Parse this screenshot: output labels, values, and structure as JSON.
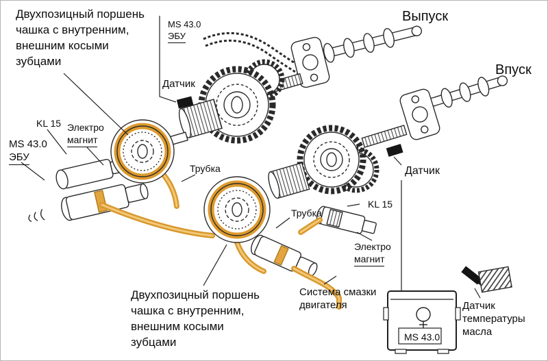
{
  "colors": {
    "highlight": "#d8992f",
    "highlight_light": "#f3c878",
    "ink": "#1e1e1e"
  },
  "labels": {
    "piston_top": {
      "lines": [
        "Двухпозицный поршень",
        "чашка с внутренним,",
        "внешним косыми",
        "зубцами"
      ]
    },
    "ecu_top": {
      "model": "MS 43.0",
      "name": "ЭБУ"
    },
    "sensor_top": "Датчик",
    "exhaust": "Выпуск",
    "intake": "Впуск",
    "kl15_left": "KL 15",
    "solenoid_left": {
      "line1": "Электро",
      "line2": "магнит"
    },
    "ecu_left": {
      "model": "MS 43.0",
      "name": "ЭБУ"
    },
    "tube_left": "Трубка",
    "tube_right": "Трубка",
    "kl15_right": "KL 15",
    "sensor_right": "Датчик",
    "solenoid_right": {
      "line1": "Электро",
      "line2": "магнит"
    },
    "piston_bottom": {
      "lines": [
        "Двухпозицный поршень",
        "чашка с внутренним,",
        "внешним косыми",
        "зубцами"
      ]
    },
    "oil_system": {
      "line1": "Система смазки",
      "line2": "двигателя"
    },
    "ecu_unit": "MS 43.0",
    "oil_temp_sensor": {
      "lines": [
        "Датчик",
        "температуры",
        "масла"
      ]
    }
  }
}
